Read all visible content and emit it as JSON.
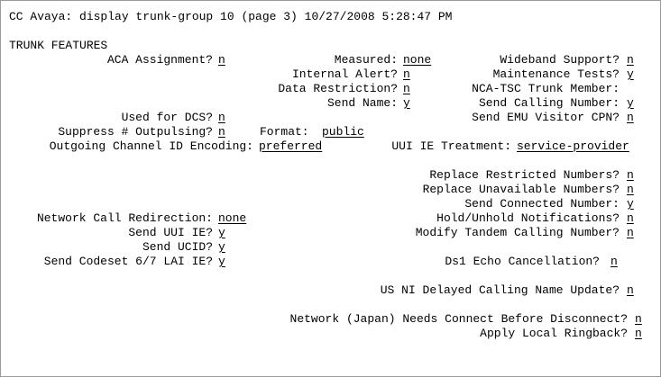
{
  "header": {
    "title": "CC Avaya: display trunk-group 10 (page 3) 10/27/2008 5:28:47 PM"
  },
  "section_title": "TRUNK FEATURES",
  "fields": {
    "aca_assignment": {
      "label": "ACA Assignment?",
      "value": "n"
    },
    "measured": {
      "label": "Measured:",
      "value": "none"
    },
    "wideband_support": {
      "label": "Wideband Support?",
      "value": "n"
    },
    "internal_alert": {
      "label": "Internal Alert?",
      "value": "n"
    },
    "maintenance_tests": {
      "label": "Maintenance Tests?",
      "value": "y"
    },
    "data_restriction": {
      "label": "Data Restriction?",
      "value": "n"
    },
    "nca_tsc_trunk_member": {
      "label": "NCA-TSC Trunk Member:"
    },
    "send_name": {
      "label": "Send Name:",
      "value": "y"
    },
    "send_calling_number": {
      "label": "Send Calling Number:",
      "value": "y"
    },
    "used_for_dcs": {
      "label": "Used for DCS?",
      "value": "n"
    },
    "send_emu_visitor_cpn": {
      "label": "Send EMU Visitor CPN?",
      "value": "n"
    },
    "suppress_outpulsing": {
      "label": "Suppress # Outpulsing?",
      "value": "n"
    },
    "format": {
      "label": "Format:",
      "value": "public"
    },
    "outgoing_channel_id": {
      "label": "Outgoing Channel ID Encoding:",
      "value": "preferred"
    },
    "uui_ie_treatment": {
      "label": "UUI IE Treatment:",
      "value": "service-provider"
    },
    "replace_restricted": {
      "label": "Replace Restricted Numbers?",
      "value": "n"
    },
    "replace_unavailable": {
      "label": "Replace Unavailable Numbers?",
      "value": "n"
    },
    "send_connected_number": {
      "label": "Send Connected Number:",
      "value": "y"
    },
    "network_call_redirection": {
      "label": "Network Call Redirection:",
      "value": "none"
    },
    "hold_unhold": {
      "label": "Hold/Unhold Notifications?",
      "value": "n"
    },
    "send_uui_ie": {
      "label": "Send UUI IE?",
      "value": "y"
    },
    "modify_tandem": {
      "label": "Modify Tandem Calling Number?",
      "value": "n"
    },
    "send_ucid": {
      "label": "Send UCID?",
      "value": "y"
    },
    "send_codeset": {
      "label": "Send Codeset 6/7 LAI IE?",
      "value": "y"
    },
    "dsl_echo": {
      "label": "Ds1 Echo Cancellation?",
      "value": "n"
    },
    "us_ni_delayed": {
      "label": "US NI Delayed Calling Name Update?",
      "value": "n"
    },
    "network_japan": {
      "label": "Network (Japan) Needs Connect Before Disconnect?",
      "value": "n"
    },
    "apply_local_ringback": {
      "label": "Apply Local Ringback?",
      "value": "n"
    }
  }
}
